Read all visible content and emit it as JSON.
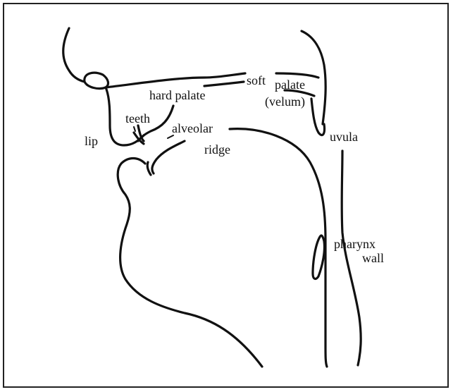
{
  "labels": {
    "hard_palate": "hard palate",
    "soft": "soft",
    "palate": "palate",
    "velum": "(velum)",
    "teeth": "teeth",
    "lip": "lip",
    "alveolar": "alveolar",
    "ridge": "ridge",
    "uvula": "uvula",
    "pharynx": "pharynx",
    "wall": "wall"
  },
  "colors": {
    "ink": "#111111",
    "background": "#ffffff",
    "border": "#222222"
  }
}
